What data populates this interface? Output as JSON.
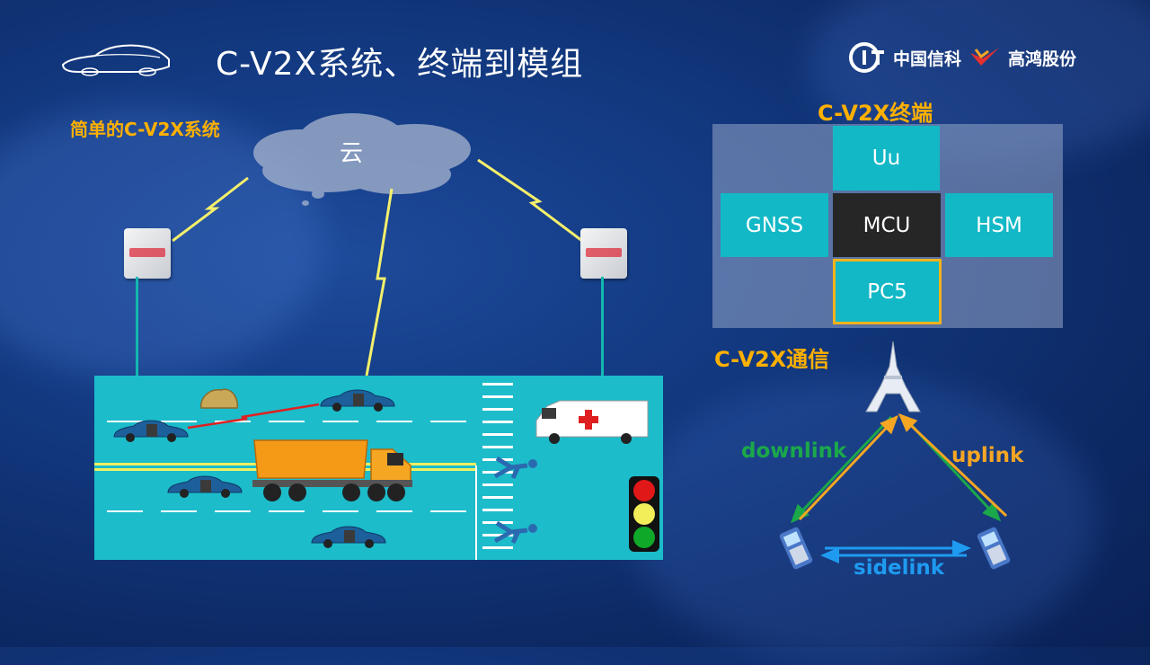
{
  "title": "C-V2X系统、终端到模组",
  "logos": {
    "cict_mark": "CICT",
    "cict_name": "中国信科",
    "gohigh_name": "高鸿股份"
  },
  "system": {
    "label": "简单的C-V2X系统",
    "cloud_label": "云"
  },
  "terminal": {
    "title": "C-V2X终端",
    "modules": {
      "uu": "Uu",
      "gnss": "GNSS",
      "mcu": "MCU",
      "hsm": "HSM",
      "pc5": "PC5"
    }
  },
  "communication": {
    "title": "C-V2X通信",
    "downlink": "downlink",
    "uplink": "uplink",
    "sidelink": "sidelink"
  },
  "colors": {
    "accent_orange": "#ffb000",
    "module_teal": "#12b8c6",
    "mcu_dark": "#262626",
    "downlink_green": "#1aa84a",
    "uplink_orange": "#f5a623",
    "sidelink_blue": "#1e9bf0",
    "road_teal": "#1cbccb"
  }
}
